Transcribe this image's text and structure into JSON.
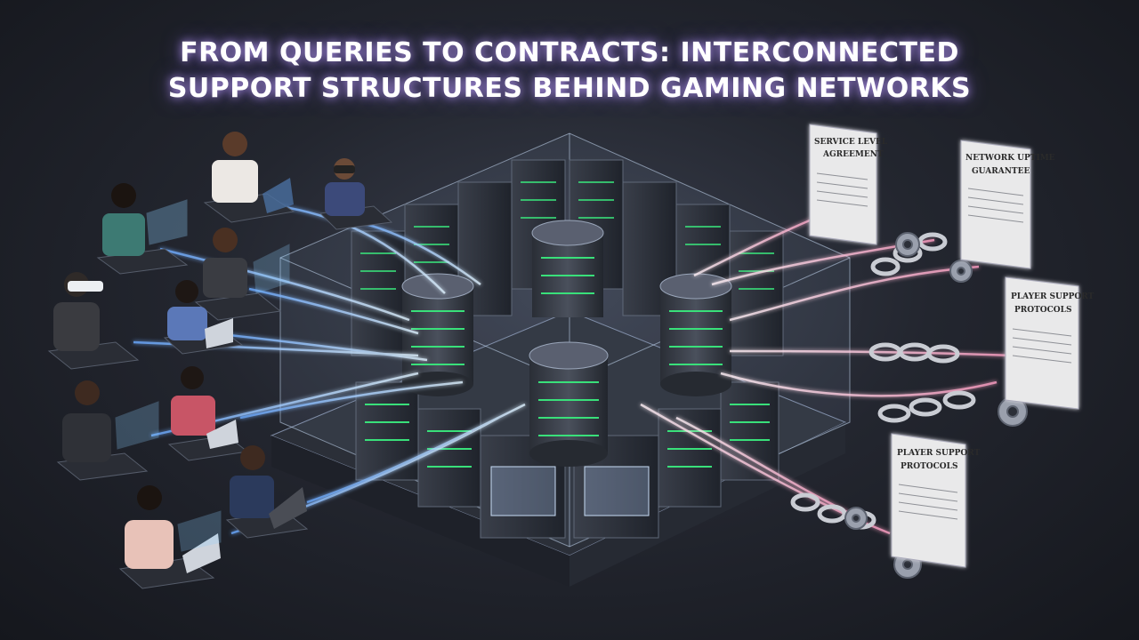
{
  "title": {
    "line1": "FROM QUERIES TO CONTRACTS: INTERCONNECTED",
    "line2": "SUPPORT STRUCTURES BEHIND GAMING NETWORKS"
  },
  "documents": [
    {
      "line1": "SERVICE LEVEL",
      "line2": "AGREEMENT"
    },
    {
      "line1": "NETWORK UPTIME",
      "line2": "GUARANTEE"
    },
    {
      "line1": "PLAYER SUPPORT",
      "line2": "PROTOCOLS"
    },
    {
      "line1": "PLAYER SUPPORT",
      "line2": "PROTOCOLS"
    }
  ],
  "colors": {
    "background": "#1c1f27",
    "stream_blue": "#8fd0ff",
    "stream_pink": "#ffc1d8",
    "glass": "#aac4e8",
    "server_led": "#39e07a",
    "title_glow": "#b49cff"
  }
}
